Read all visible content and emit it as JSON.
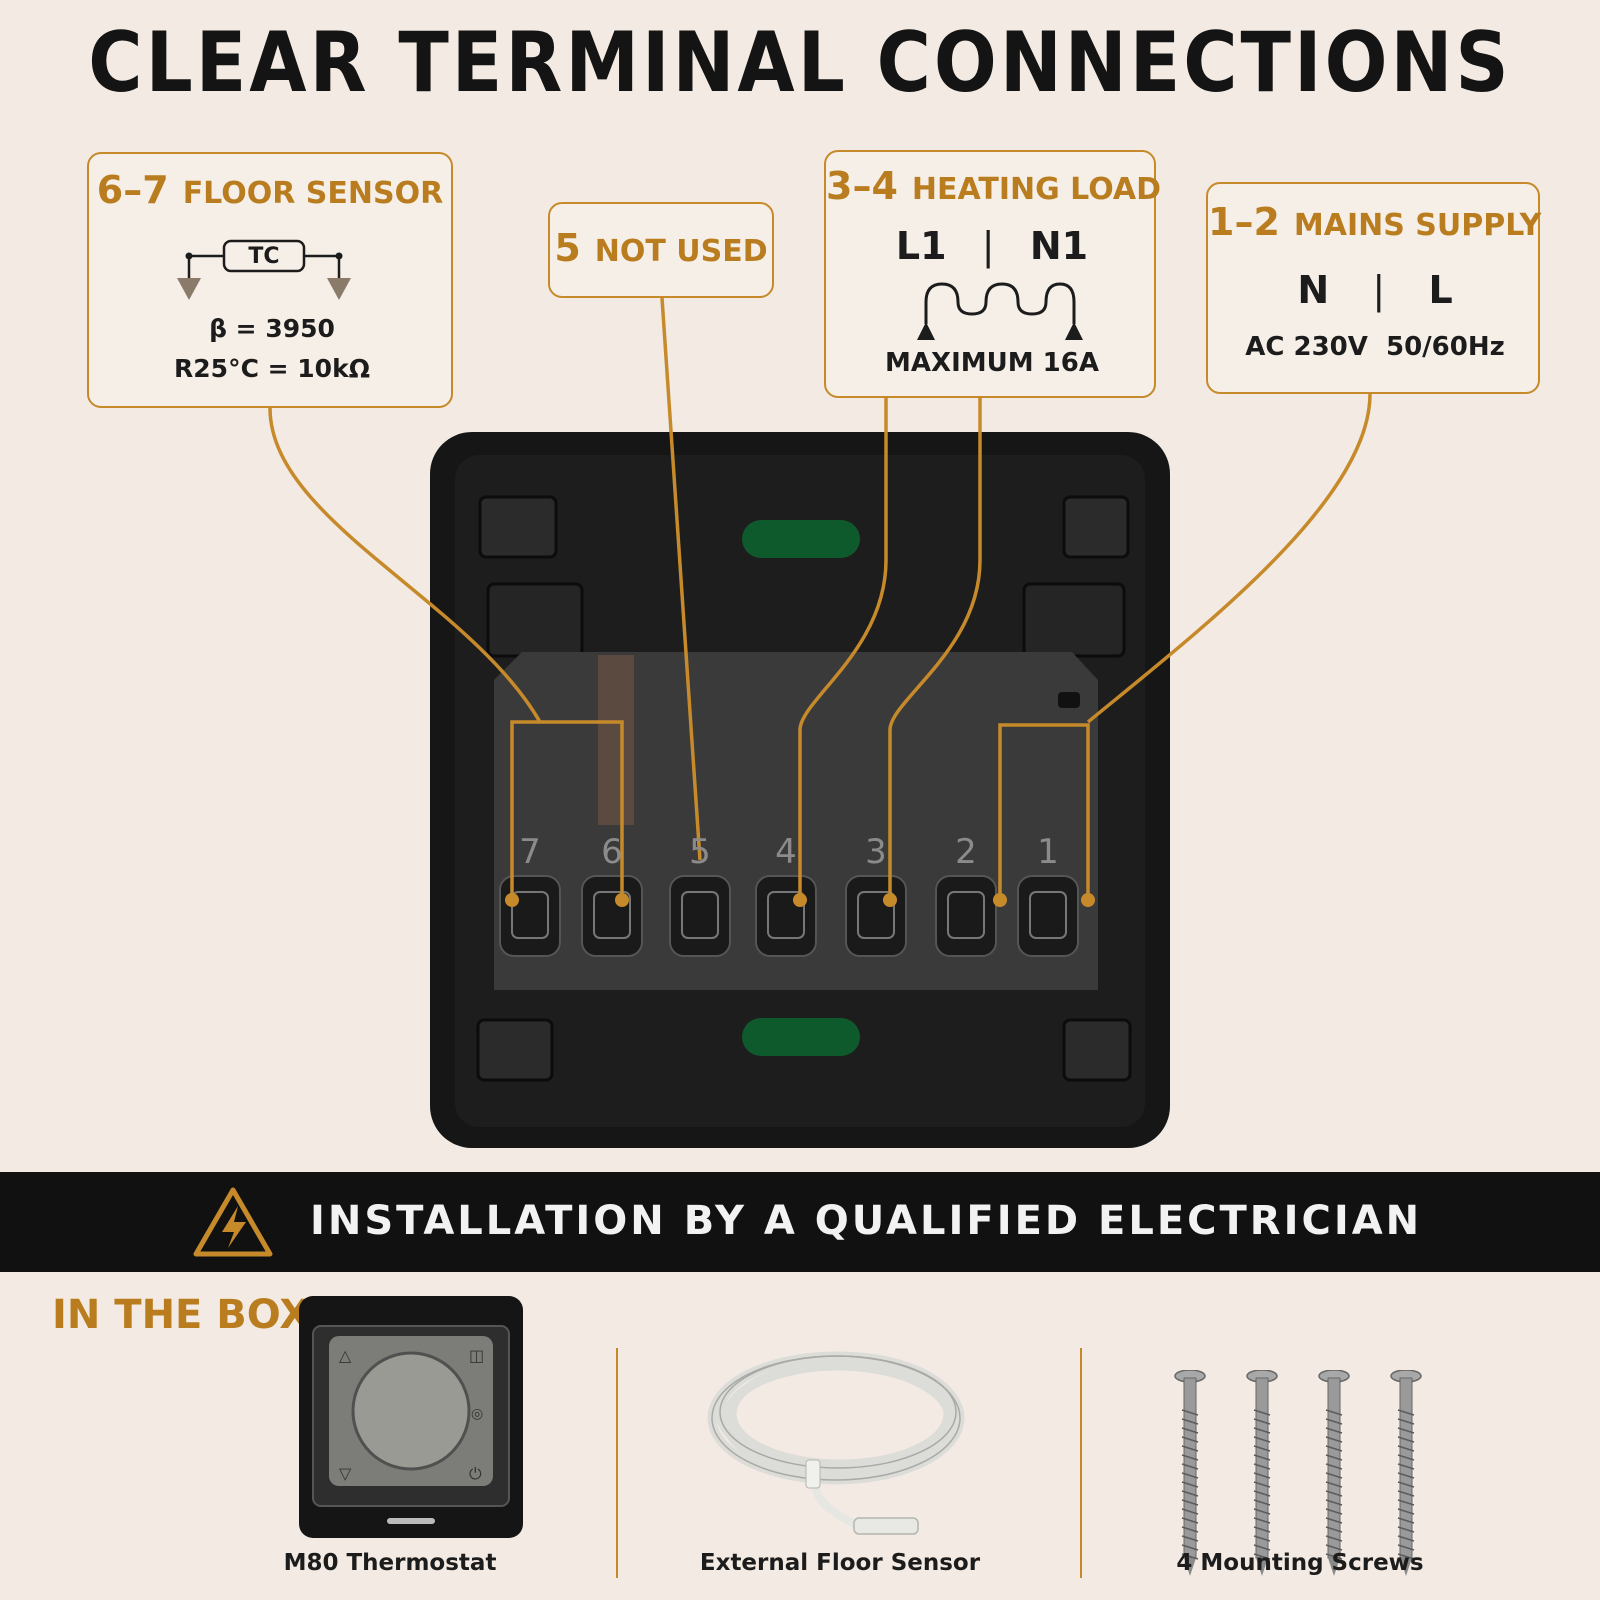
{
  "title": "CLEAR TERMINAL CONNECTIONS",
  "callouts": {
    "floor_sensor": {
      "num": "6–7",
      "label": "FLOOR SENSOR",
      "symbol": "TC",
      "beta": "β = 3950",
      "r25": "R25°C = 10kΩ"
    },
    "not_used": {
      "num": "5",
      "label": "NOT USED"
    },
    "heating_load": {
      "num": "3–4",
      "label": "HEATING LOAD",
      "l1": "L1",
      "sep": "|",
      "n1": "N1",
      "max": "MAXIMUM 16A"
    },
    "mains_supply": {
      "num": "1–2",
      "label": "MAINS SUPPLY",
      "n": "N",
      "sep": "|",
      "l": "L",
      "spec": "AC 230V  50/60Hz"
    }
  },
  "terminals": [
    "7",
    "6",
    "5",
    "4",
    "3",
    "2",
    "1"
  ],
  "banner": {
    "icon": "warning-lightning-icon",
    "text": "INSTALLATION BY A QUALIFIED ELECTRICIAN"
  },
  "in_the_box": {
    "heading": "IN THE BOX",
    "items": [
      {
        "label": "M80 Thermostat",
        "icon": "thermostat-icon"
      },
      {
        "label": "External Floor Sensor",
        "icon": "sensor-cable-icon"
      },
      {
        "label": "4 Mounting Screws",
        "icon": "screws-icon"
      }
    ]
  },
  "colors": {
    "accent": "#c68a2b",
    "background": "#f3ebe3",
    "device": "#161616",
    "terminal_block": "#3a3a3a",
    "led_green": "#0f5a2c"
  }
}
